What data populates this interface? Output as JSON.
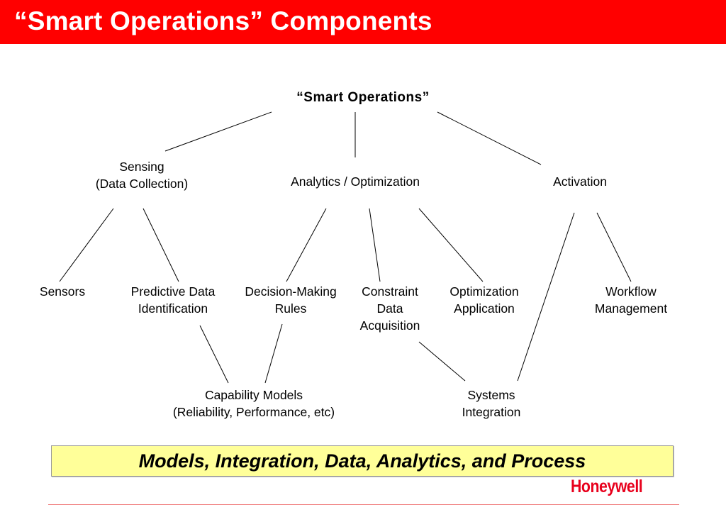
{
  "header": {
    "title": "“Smart Operations” Components"
  },
  "diagram": {
    "root": "“Smart  Operations”",
    "level1": {
      "sensing": [
        "Sensing",
        "(Data Collection)"
      ],
      "analytics": [
        "Analytics / Optimization"
      ],
      "activation": [
        "Activation"
      ]
    },
    "level2": {
      "sensors": [
        "Sensors"
      ],
      "predictive": [
        "Predictive Data",
        "Identification"
      ],
      "decision": [
        "Decision-Making",
        "Rules"
      ],
      "constraint": [
        "Constraint",
        "Data",
        "Acquisition"
      ],
      "optimization": [
        "Optimization",
        "Application"
      ],
      "workflow": [
        "Workflow",
        "Management"
      ]
    },
    "level3": {
      "capability": [
        "Capability Models",
        "(Reliability, Performance, etc)"
      ],
      "systems": [
        "Systems",
        "Integration"
      ]
    }
  },
  "footer": {
    "banner_text": "Models, Integration, Data, Analytics, and Process",
    "logo": "Honeywell"
  },
  "colors": {
    "brand_red": "#ff0000",
    "highlight": "#ffff99"
  }
}
